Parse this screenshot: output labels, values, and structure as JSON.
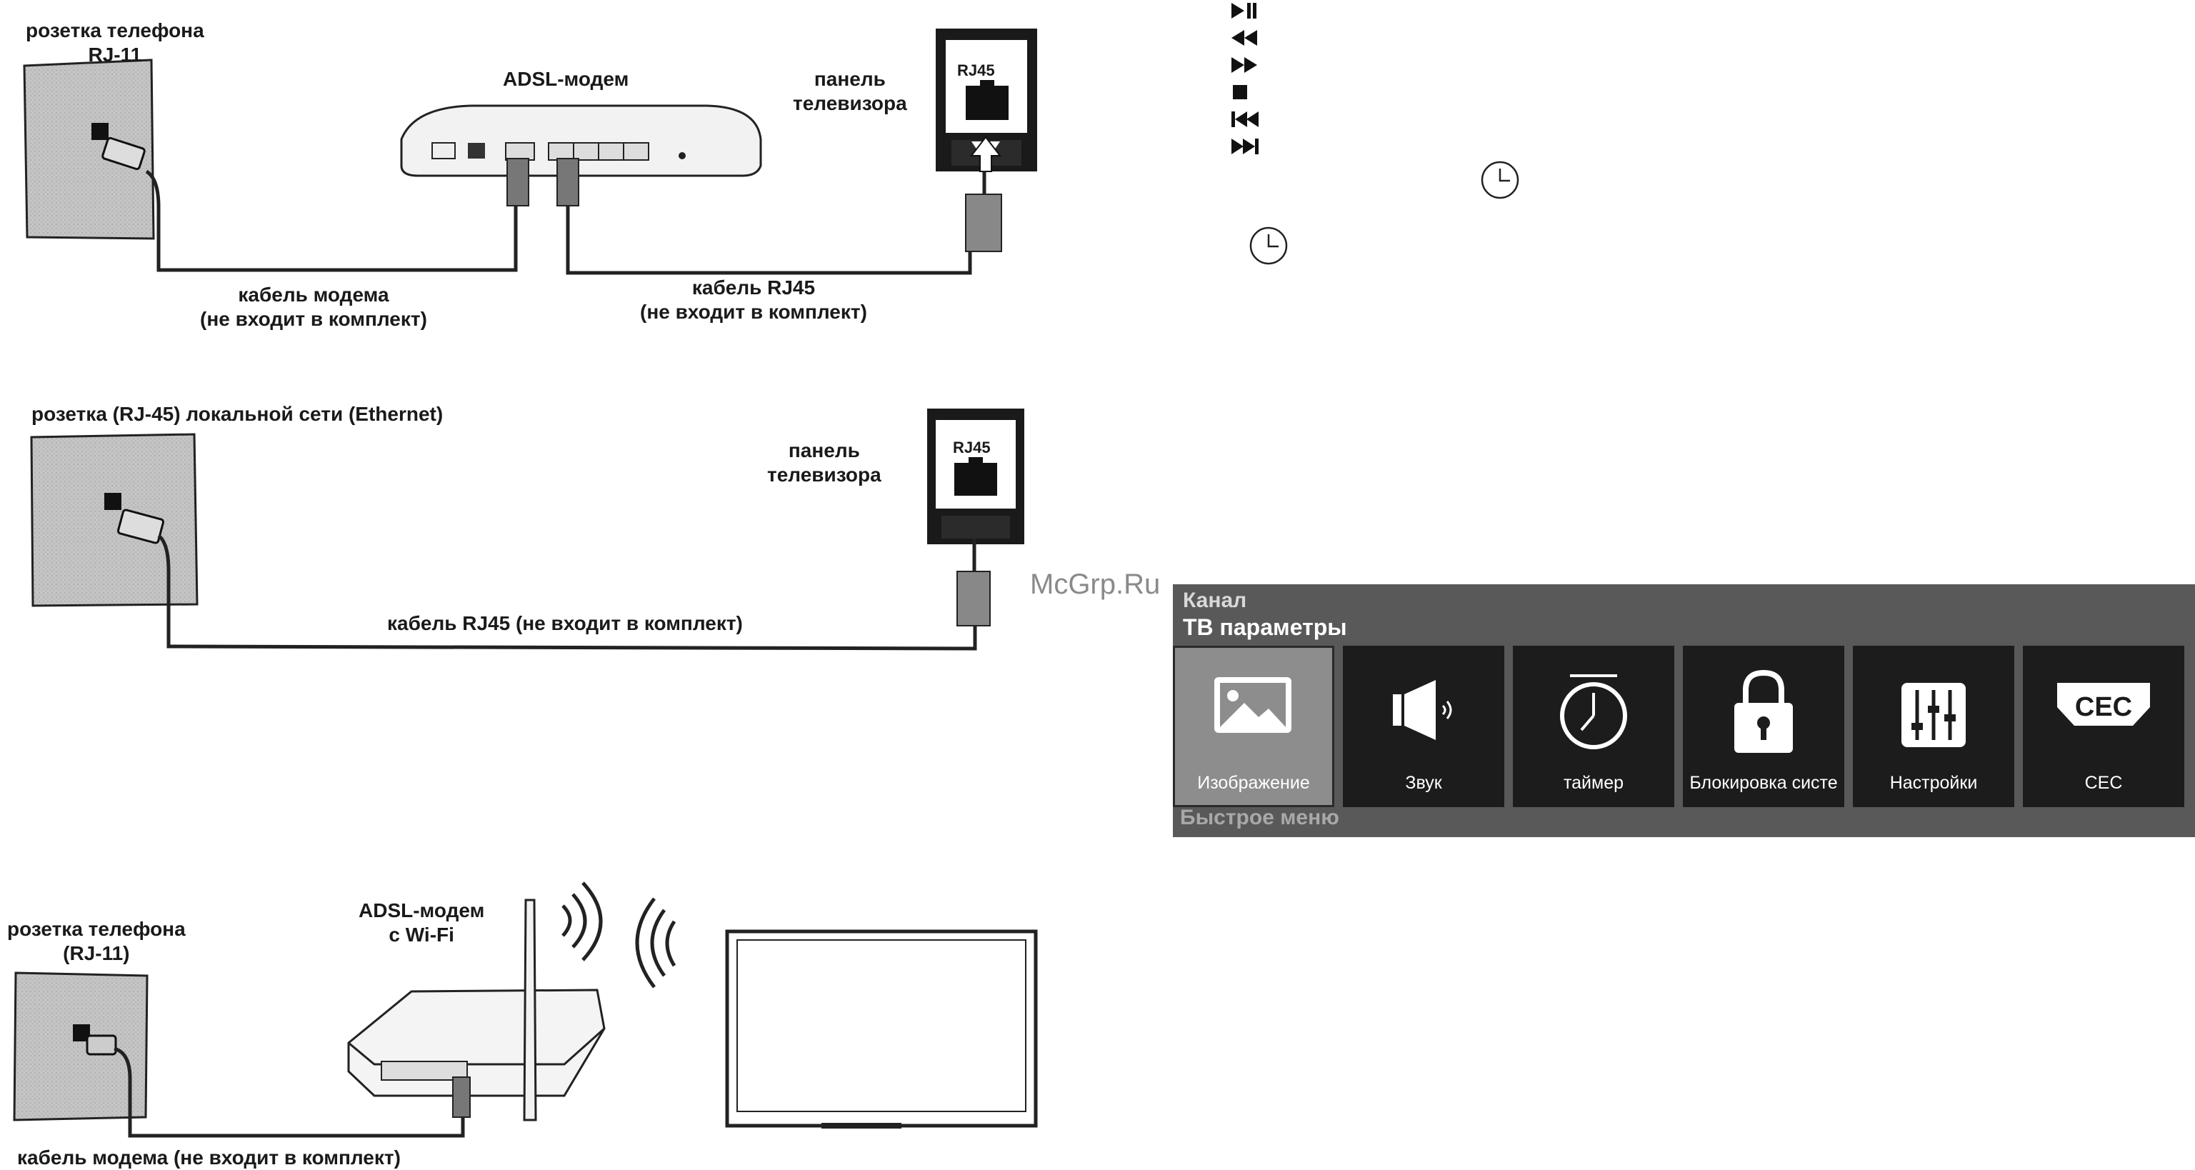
{
  "diagram1": {
    "wall_socket_label": "розетка телефона",
    "wall_socket_type": "RJ-11",
    "modem_label": "ADSL-модем",
    "tv_panel_label": [
      "панель",
      "телевизора"
    ],
    "tv_port_label": "RJ45",
    "modem_cable_label": [
      "кабель модема",
      "(не входит в комплект)"
    ],
    "rj45_cable_label": [
      "кабель  RJ45",
      "(не входит в комплект)"
    ]
  },
  "diagram2": {
    "wall_socket_label": "розетка (RJ-45) локальной сети (Ethernet)",
    "tv_panel_label": [
      "панель",
      "телевизора"
    ],
    "tv_port_label": "RJ45",
    "cable_label": "кабель RJ45 (не входит в комплект)"
  },
  "diagram3": {
    "wall_socket_label": "розетка телефона",
    "wall_socket_type": "(RJ-11)",
    "modem_label": [
      "ADSL-модем",
      "с Wi-Fi"
    ],
    "cable_label": "кабель модема (не входит в комплект)"
  },
  "watermark": "McGrp.Ru",
  "player_controls": [
    "play-pause-icon",
    "rewind-icon",
    "fast-forward-icon",
    "stop-icon",
    "previous-icon",
    "next-icon"
  ],
  "menu": {
    "top_label": "Канал",
    "title": "ТВ параметры",
    "items": [
      {
        "label": "Изображение",
        "icon": "picture-icon",
        "selected": true
      },
      {
        "label": "Звук",
        "icon": "speaker-icon",
        "selected": false
      },
      {
        "label": "таймер",
        "icon": "timer-icon",
        "selected": false
      },
      {
        "label": "Блокировка систе",
        "icon": "lock-icon",
        "selected": false
      },
      {
        "label": "Настройки",
        "icon": "sliders-icon",
        "selected": false
      },
      {
        "label": "CEC",
        "icon": "cec-icon",
        "icon_text": "CEC",
        "selected": false
      }
    ],
    "bottom_label": "Быстрое меню"
  },
  "colors": {
    "menu_bg": "#595959",
    "tile_bg": "#1c1c1c",
    "tile_selected": "#8d8d8d",
    "wall": "#c6c6c6"
  }
}
